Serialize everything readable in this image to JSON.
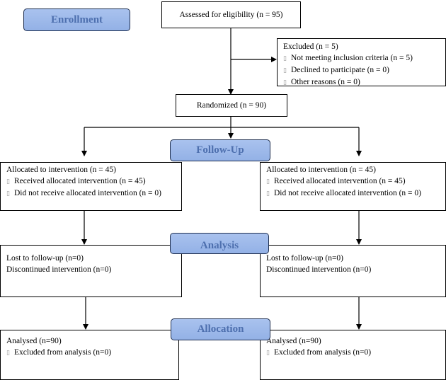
{
  "stages": {
    "enrollment": "Enrollment",
    "follow_up": "Follow-Up",
    "analysis": "Analysis",
    "allocation": "Allocation"
  },
  "assessed": "Assessed for eligibility (n = 95)",
  "excluded": {
    "title": "Excluded (n = 5)",
    "items": [
      "Not meeting inclusion criteria (n = 5)",
      "Declined to participate (n = 0)",
      "Other reasons (n = 0)"
    ]
  },
  "randomized": "Randomized (n = 90)",
  "left": {
    "allocated": {
      "title": "Allocated to intervention (n = 45)",
      "items": [
        "Received allocated intervention (n = 45)",
        "Did not receive allocated intervention (n = 0)"
      ]
    },
    "lost": {
      "line1": "Lost to follow-up (n=0)",
      "line2": "Discontinued intervention (n=0)"
    },
    "analysed": {
      "title": "Analysed (n=90)",
      "items": [
        "Excluded from analysis (n=0)"
      ]
    }
  },
  "right": {
    "allocated": {
      "title": "Allocated to intervention (n = 45)",
      "items": [
        "Received allocated intervention (n = 45)",
        "Did not receive allocated intervention (n = 0)"
      ]
    },
    "lost": {
      "line1": "Lost to follow-up (n=0)",
      "line2": "Discontinued intervention (n=0)"
    },
    "analysed": {
      "title": "Analysed (n=90)",
      "items": [
        "Excluded from analysis (n=0)"
      ]
    }
  },
  "bullet_glyph": "▯"
}
